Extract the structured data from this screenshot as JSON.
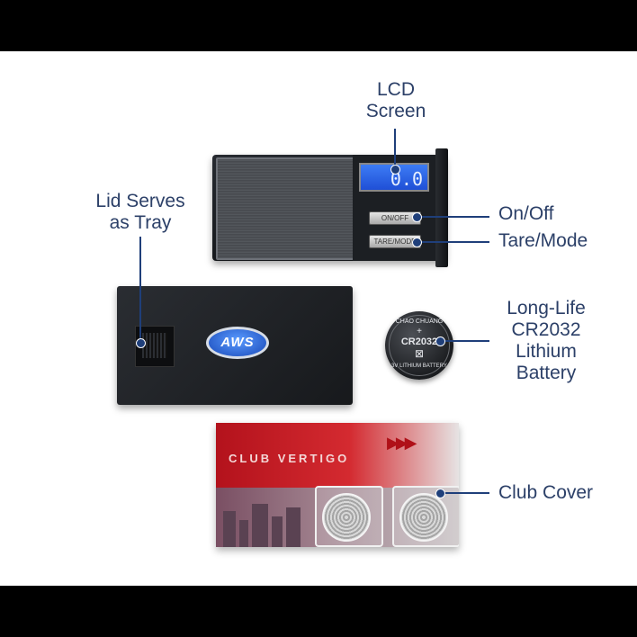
{
  "labels": {
    "lcd_screen": [
      "LCD",
      "Screen"
    ],
    "lid_serves": [
      "Lid Serves",
      "as Tray"
    ],
    "on_off": "On/Off",
    "tare_mode": "Tare/Mode",
    "battery": [
      "Long-Life",
      "CR2032",
      "Lithium",
      "Battery"
    ],
    "club_cover": "Club Cover"
  },
  "scale": {
    "lcd_reading": "0.0",
    "button_on_off": "ON/OFF",
    "button_tare_mode": "TARE/MODE"
  },
  "lid": {
    "logo_text": "AWS"
  },
  "battery": {
    "top_text": "CHAO CHUANG",
    "plus": "+",
    "model": "CR2032",
    "bottom_text": "3V LITHIUM BATTERY"
  },
  "cover": {
    "title": "CLUB VERTIGO",
    "arrows": "▶▶▶"
  },
  "colors": {
    "label_text": "#2c4068",
    "callout_line": "#1f3f7a",
    "lcd_blue": "#2f64e8",
    "logo_blue": "#2a63d8",
    "cover_red": "#c21d25"
  }
}
